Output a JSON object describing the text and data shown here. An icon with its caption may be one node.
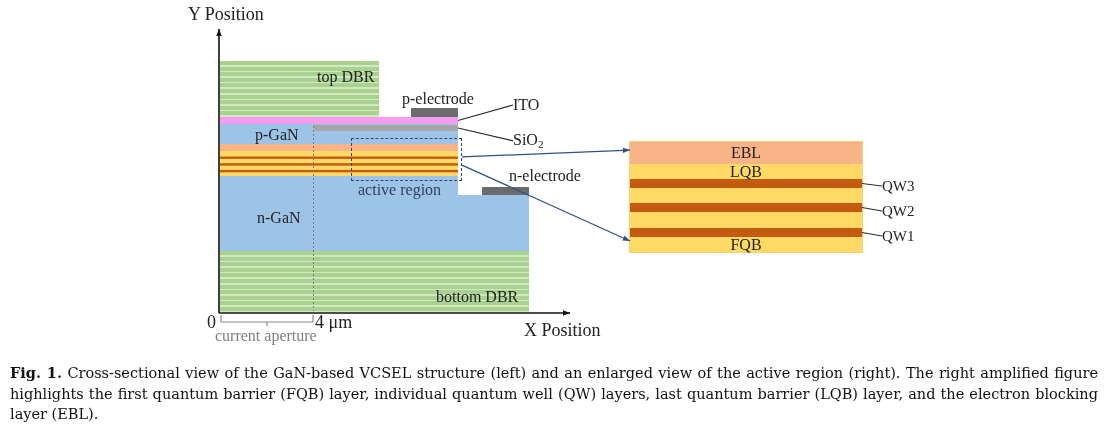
{
  "diagram": {
    "caption": "**Fig. 1.** Cross-sectional view of the GaN-based VCSEL structure (left) and an enlarged view of the active region (right). The right amplified figure highlights the first quantum barrier (FQB) layer, individual quantum well (QW) layers, last quantum barrier (LQB) layer, and the electron blocking layer (EBL).",
    "nodes": [
      {
        "text": [
          "top DBR"
        ]
      },
      {
        "text": [
          "p-electrode"
        ]
      },
      {
        "text": [
          "ITO"
        ]
      },
      {
        "text": [],
        "shape": "bar"
      },
      {
        "text": [
          "p-GaN"
        ]
      },
      {
        "text": [],
        "shape": "bar",
        "in": 4
      },
      {
        "text": [
          "SiO$_{2}$"
        ]
      },
      {
        "text": [],
        "shape": "box",
        "beside": [
          "active region"
        ]
      },
      {
        "text": [
          "n-electrode"
        ]
      },
      {
        "text": [
          "n-GaN"
        ]
      },
      {
        "text": [
          "bottom DBR"
        ]
      },
      {
        "text": [],
        "shape": "box"
      },
      {
        "text": [
          "EBL"
        ],
        "in": 11
      },
      {
        "text": [
          "LQB"
        ],
        "in": 11
      },
      {
        "text": [],
        "shape": "bar",
        "in": 11
      },
      {
        "text": [],
        "shape": "bar",
        "in": 11
      },
      {
        "text": [],
        "shape": "bar",
        "in": 11
      },
      {
        "text": [
          "FQB"
        ],
        "in": 11
      },
      {
        "text": [
          "QW3"
        ]
      },
      {
        "text": [
          "QW2"
        ]
      },
      {
        "text": [
          "QW1"
        ]
      }
    ],
    "edges": [
      {
        "from": 7,
        "to": 11,
        "arrow": "to",
        "color": "#2f4f86"
      },
      {
        "from": 7,
        "to": 11,
        "arrow": "to",
        "color": "#2f4f86"
      },
      {
        "from": 2,
        "to": 3,
        "arrow": "none"
      },
      {
        "from": 6,
        "to": 5,
        "arrow": "none"
      },
      {
        "from": 18,
        "to": 14,
        "arrow": "none"
      },
      {
        "from": 19,
        "to": 15,
        "arrow": "none"
      },
      {
        "from": 20,
        "to": 16,
        "arrow": "none"
      }
    ],
    "labels": [
      "Y Position",
      "0",
      "4 μm",
      "X Position",
      "current aperture"
    ]
  }
}
